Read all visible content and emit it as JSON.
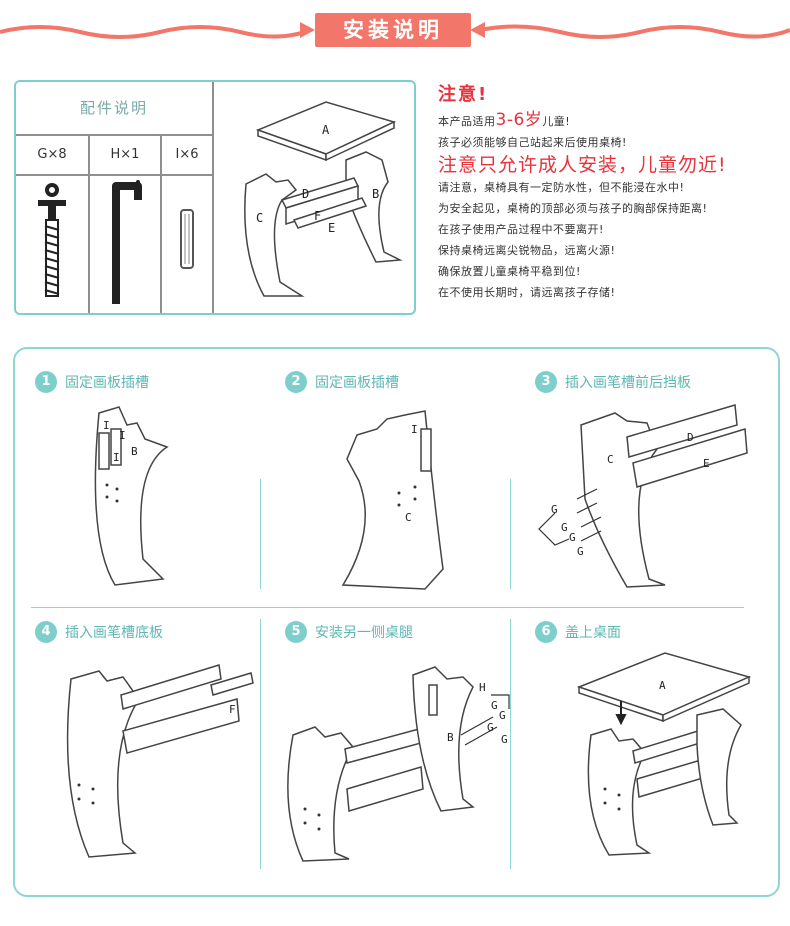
{
  "banner": {
    "title": "安装说明",
    "color": "#f2776a"
  },
  "parts": {
    "title": "配件说明",
    "columns": [
      {
        "label": "G×8",
        "icon": "screw-icon"
      },
      {
        "label": "H×1",
        "icon": "allen-key-icon"
      },
      {
        "label": "I×6",
        "icon": "dowel-icon"
      }
    ],
    "assembled_labels": [
      "A",
      "B",
      "C",
      "D",
      "E",
      "F"
    ]
  },
  "notes": {
    "title": "注意!",
    "line1_prefix": "本产品适用",
    "line1_age": "3-6岁",
    "line1_suffix": "儿童!",
    "line2": "孩子必须能够自己站起来后使用桌椅!",
    "warning": "注意只允许成人安装，儿童勿近!",
    "lines": [
      "请注意，桌椅具有一定防水性，但不能浸在水中!",
      "为安全起见，桌椅的顶部必须与孩子的胸部保持距离!",
      "在孩子使用产品过程中不要离开!",
      "保持桌椅远离尖锐物品，远离火源!",
      "确保放置儿童桌椅平稳到位!",
      "在不使用长期时，请远离孩子存储!"
    ]
  },
  "steps": [
    {
      "num": "1",
      "label": "固定画板插槽",
      "panel": "B",
      "parts": [
        "I",
        "I",
        "I"
      ]
    },
    {
      "num": "2",
      "label": "固定画板插槽",
      "panel": "C",
      "parts": [
        "I"
      ]
    },
    {
      "num": "3",
      "label": "插入画笔槽前后挡板",
      "panels": [
        "C",
        "D",
        "E"
      ],
      "parts": [
        "G",
        "G",
        "G",
        "G"
      ]
    },
    {
      "num": "4",
      "label": "插入画笔槽底板",
      "panels": [
        "F"
      ]
    },
    {
      "num": "5",
      "label": "安装另一侧桌腿",
      "panels": [
        "B"
      ],
      "parts": [
        "H",
        "G",
        "G",
        "G",
        "G"
      ]
    },
    {
      "num": "6",
      "label": "盖上桌面",
      "panels": [
        "A"
      ]
    }
  ],
  "colors": {
    "teal": "#7ecfcc",
    "red": "#e8323c",
    "salmon": "#f2776a"
  }
}
